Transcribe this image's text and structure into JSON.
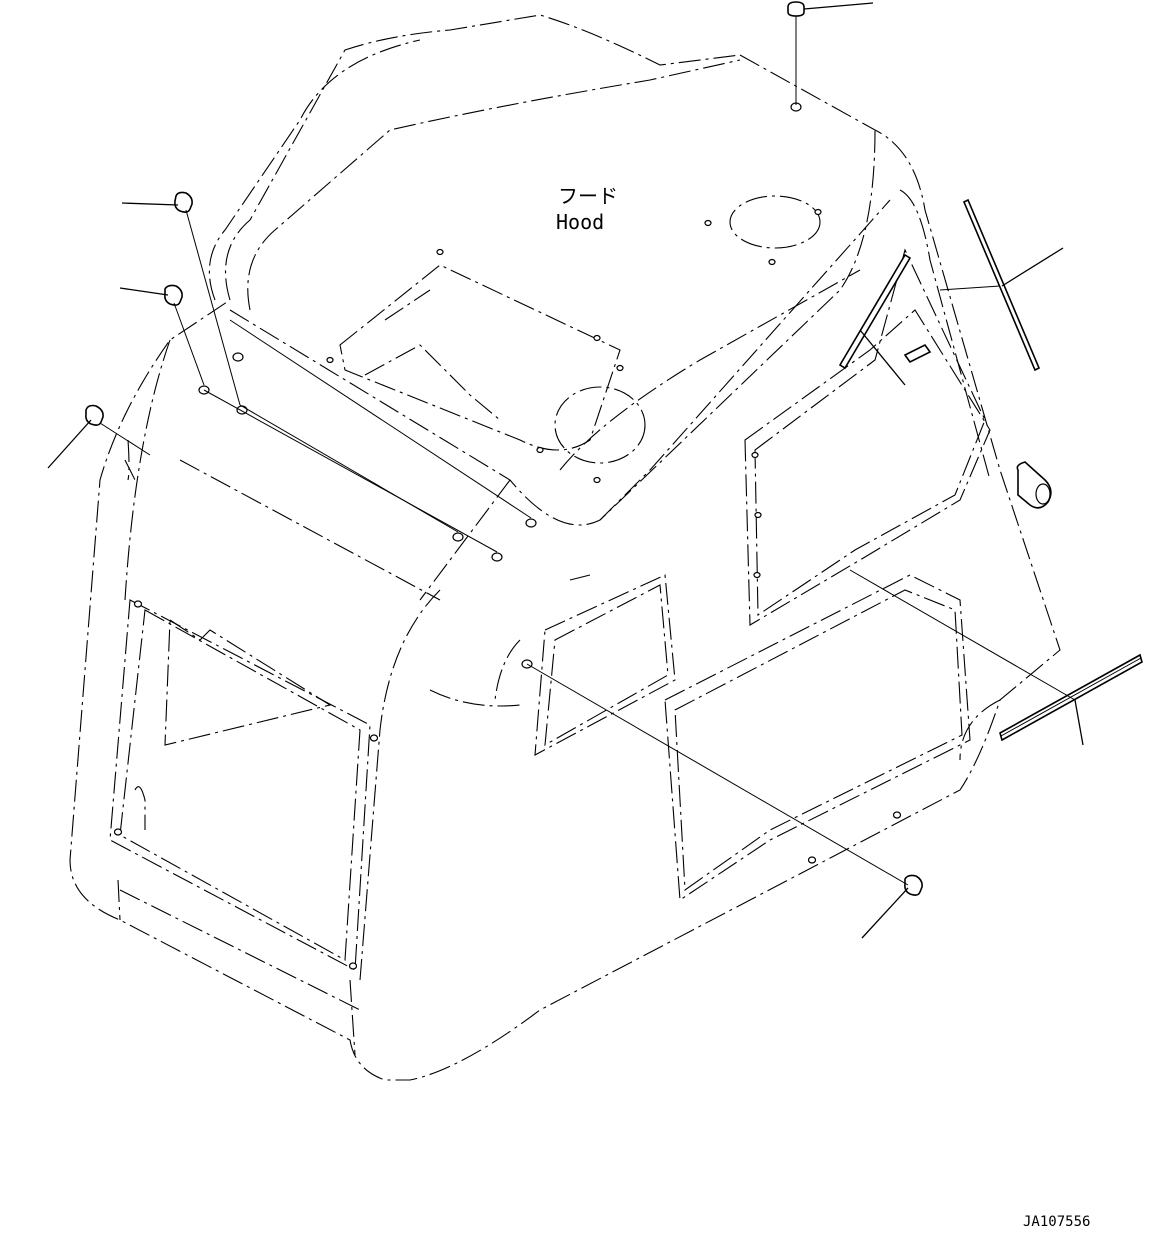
{
  "labels": {
    "part_name_jp": "フード",
    "part_name_en": "Hood",
    "drawing_number": "JA107556"
  },
  "colors": {
    "line": "#000000",
    "background": "#ffffff"
  }
}
